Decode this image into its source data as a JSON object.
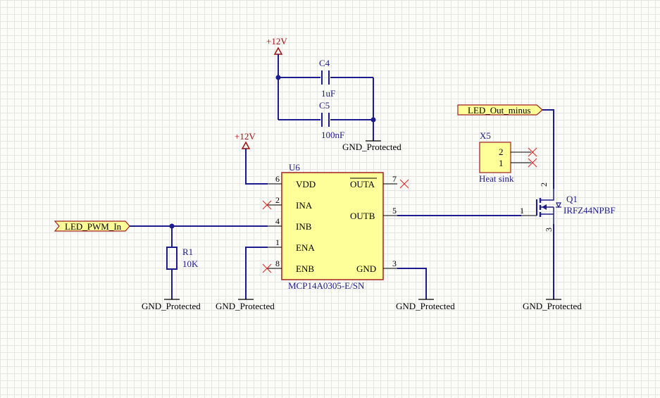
{
  "power": {
    "vcc": "+12V"
  },
  "ground": {
    "label": "GND_Protected"
  },
  "capacitors": [
    {
      "ref": "C4",
      "value": "1uF"
    },
    {
      "ref": "C5",
      "value": "100nF"
    }
  ],
  "resistor": {
    "ref": "R1",
    "value": "10K"
  },
  "ic": {
    "ref": "U6",
    "part": "MCP14A0305-E/SN",
    "left_pins": [
      {
        "num": "6",
        "name": "VDD"
      },
      {
        "num": "2",
        "name": "INA"
      },
      {
        "num": "4",
        "name": "INB"
      },
      {
        "num": "1",
        "name": "ENA"
      },
      {
        "num": "8",
        "name": "ENB"
      }
    ],
    "right_pins": [
      {
        "num": "7",
        "name": "OUTA"
      },
      {
        "num": "5",
        "name": "OUTB"
      },
      {
        "num": "3",
        "name": "GND"
      }
    ]
  },
  "connector": {
    "ref": "X5",
    "value": "Heat sink",
    "pins": [
      "2",
      "1"
    ]
  },
  "mosfet": {
    "ref": "Q1",
    "part": "IRFZ44NPBF",
    "pins": {
      "gate": "1",
      "drain": "2",
      "source": "3"
    }
  },
  "nets": {
    "pwm_in": "LED_PWM_In",
    "out_minus": "LED_Out_minus"
  },
  "colors": {
    "wire": "#1c1c8c",
    "power": "#a01010",
    "net_flag": "#ffff99",
    "no_connect": "#e02020",
    "background": "#fcfcf8"
  }
}
